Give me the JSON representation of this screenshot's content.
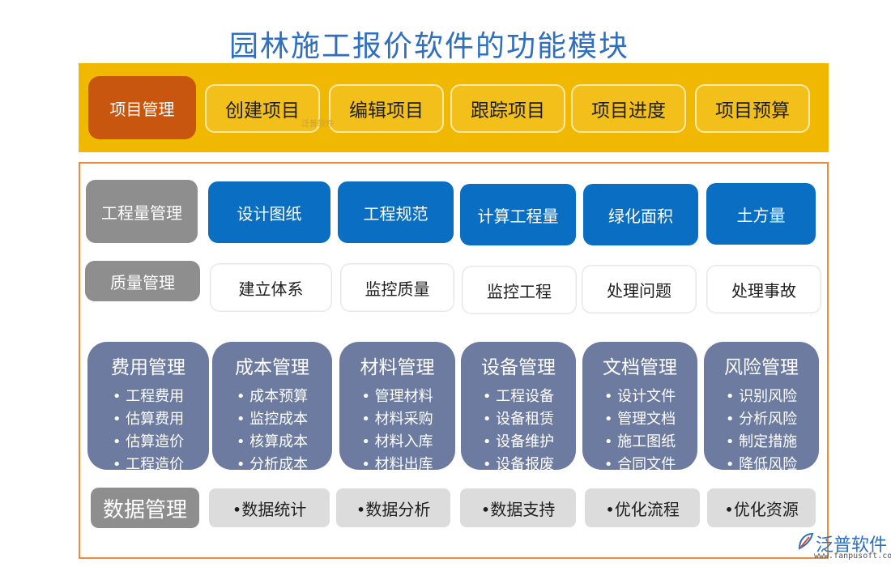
{
  "title": "园林施工报价软件的功能模块",
  "project_mgmt": {
    "label": "项目管理",
    "items": [
      "创建项目",
      "编辑项目",
      "跟踪项目",
      "项目进度",
      "项目预算"
    ]
  },
  "quantity_mgmt": {
    "label": "工程量管理",
    "items": [
      "设计图纸",
      "工程规范",
      "计算工程量",
      "绿化面积",
      "土方量"
    ]
  },
  "quality_mgmt": {
    "label": "质量管理",
    "items": [
      "建立体系",
      "监控质量",
      "监控工程",
      "处理问题",
      "处理事故"
    ]
  },
  "cards": [
    {
      "title": "费用管理",
      "items": [
        "工程费用",
        "估算费用",
        "估算造价",
        "工程造价"
      ]
    },
    {
      "title": "成本管理",
      "items": [
        "成本预算",
        "监控成本",
        "核算成本",
        "分析成本"
      ]
    },
    {
      "title": "材料管理",
      "items": [
        "管理材料",
        "材料采购",
        "材料入库",
        "材料出库"
      ]
    },
    {
      "title": "设备管理",
      "items": [
        "工程设备",
        "设备租赁",
        "设备维护",
        "设备报废"
      ]
    },
    {
      "title": "文档管理",
      "items": [
        "设计文件",
        "管理文档",
        "施工图纸",
        "合同文件"
      ]
    },
    {
      "title": "风险管理",
      "items": [
        "识别风险",
        "分析风险",
        "制定措施",
        "降低风险"
      ]
    }
  ],
  "data_mgmt": {
    "label": "数据管理",
    "items": [
      "•数据统计",
      "•数据分析",
      "•数据支持",
      "•优化流程",
      "•优化资源"
    ]
  },
  "watermark": "泛普软件",
  "logo": {
    "name": "泛普软件",
    "url": "www.fanpusoft.com"
  },
  "colors": {
    "title": "#2f6fc0",
    "band": "#f0b800",
    "orange": "#c8560f",
    "blue": "#0a6fc2",
    "card": "#6d7ba0",
    "frame": "#ee8a3a"
  }
}
